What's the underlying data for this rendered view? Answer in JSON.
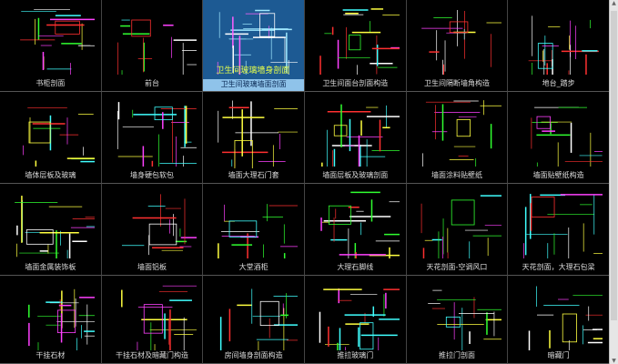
{
  "thumbnails": [
    {
      "label": "书柜剖面"
    },
    {
      "label": "前台"
    },
    {
      "label": "卫生间玻璃墙面剖面",
      "selected": true,
      "caption": "卫生间玻璃墙身剖面"
    },
    {
      "label": "卫生间面台剖面构造"
    },
    {
      "label": "卫生间隔断墙角构造"
    },
    {
      "label": "地台_踏步"
    },
    {
      "label": "墙体层板及玻璃"
    },
    {
      "label": "墙身硬包软包"
    },
    {
      "label": "墙面大理石门套"
    },
    {
      "label": "墙面层板及玻璃剖面"
    },
    {
      "label": "墙面涂料贴壁纸"
    },
    {
      "label": "墙面贴壁纸构造"
    },
    {
      "label": "墙面金属装饰板"
    },
    {
      "label": "墙面铝板"
    },
    {
      "label": "大堂酒柜"
    },
    {
      "label": "大理石脚线"
    },
    {
      "label": "天花剖面-空调风口"
    },
    {
      "label": "天花剖面，大理石包梁"
    },
    {
      "label": "干挂石材"
    },
    {
      "label": "干挂石材及暗藏门构造"
    },
    {
      "label": "房间墙身剖面构造"
    },
    {
      "label": "推拉玻璃门"
    },
    {
      "label": "推拉门剖面"
    },
    {
      "label": "暗藏门"
    }
  ],
  "colors": {
    "selected_bg": "#1d5a93",
    "selected_label_bg": "#8fc3ea",
    "cad": [
      "#ff3030",
      "#ffff40",
      "#30ff30",
      "#40ffff",
      "#ffffff",
      "#ff40ff"
    ]
  }
}
